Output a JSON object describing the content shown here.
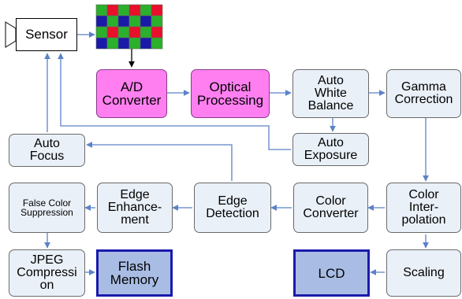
{
  "diagram": {
    "sensor": "Sensor",
    "blocks": {
      "ad": "A/D\nConverter",
      "optical": "Optical\nProcessing",
      "awb": "Auto\nWhite\nBalance",
      "gamma": "Gamma\nCorrection",
      "auto_exposure": "Auto\nExposure",
      "auto_focus": "Auto\nFocus",
      "false_color": "False Color\nSuppression",
      "edge_enh": "Edge\nEnhance-\nment",
      "edge_det": "Edge\nDetection",
      "color_conv": "Color\nConverter",
      "color_interp": "Color\nInter-\npolation",
      "jpeg": "JPEG\nCompressi\non",
      "flash": "Flash\nMemory",
      "lcd": "LCD",
      "scaling": "Scaling"
    },
    "bayer_colors": {
      "red": "#e8102a",
      "green": "#2bb02b",
      "blue": "#1a1aa8"
    }
  }
}
